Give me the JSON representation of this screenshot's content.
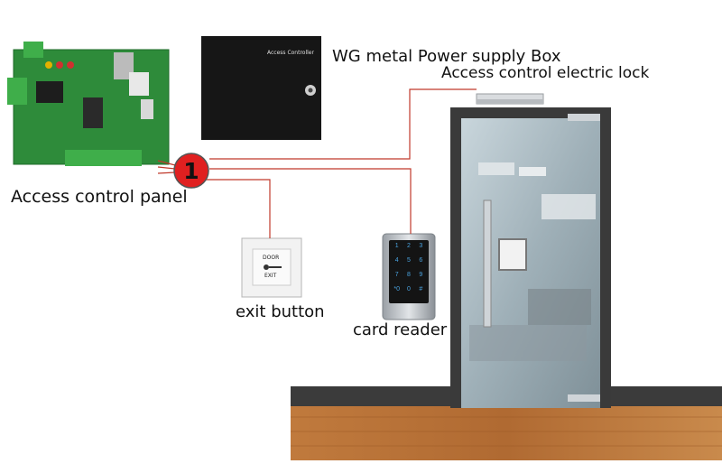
{
  "labels": {
    "panel": "Access control panel",
    "power_box": "WG metal Power supply Box",
    "lock": "Access control electric lock",
    "exit_button": "exit button",
    "card_reader": "card reader"
  },
  "hub": {
    "number": "1"
  },
  "power_box_text": "Access Controller",
  "exit_button_text": {
    "top": "DOOR",
    "bottom": "EXIT"
  },
  "keypad_keys": [
    "1",
    "2",
    "3",
    "4",
    "5",
    "6",
    "7",
    "8",
    "9",
    "*0",
    "0",
    "#"
  ],
  "colors": {
    "wire": "#c0392b",
    "hub_fill": "#e02020",
    "board_green": "#2e8b3a",
    "door_frame": "#3a3a3a",
    "wall_stripe": "#3b3b3b",
    "floor": "#b5713a"
  }
}
